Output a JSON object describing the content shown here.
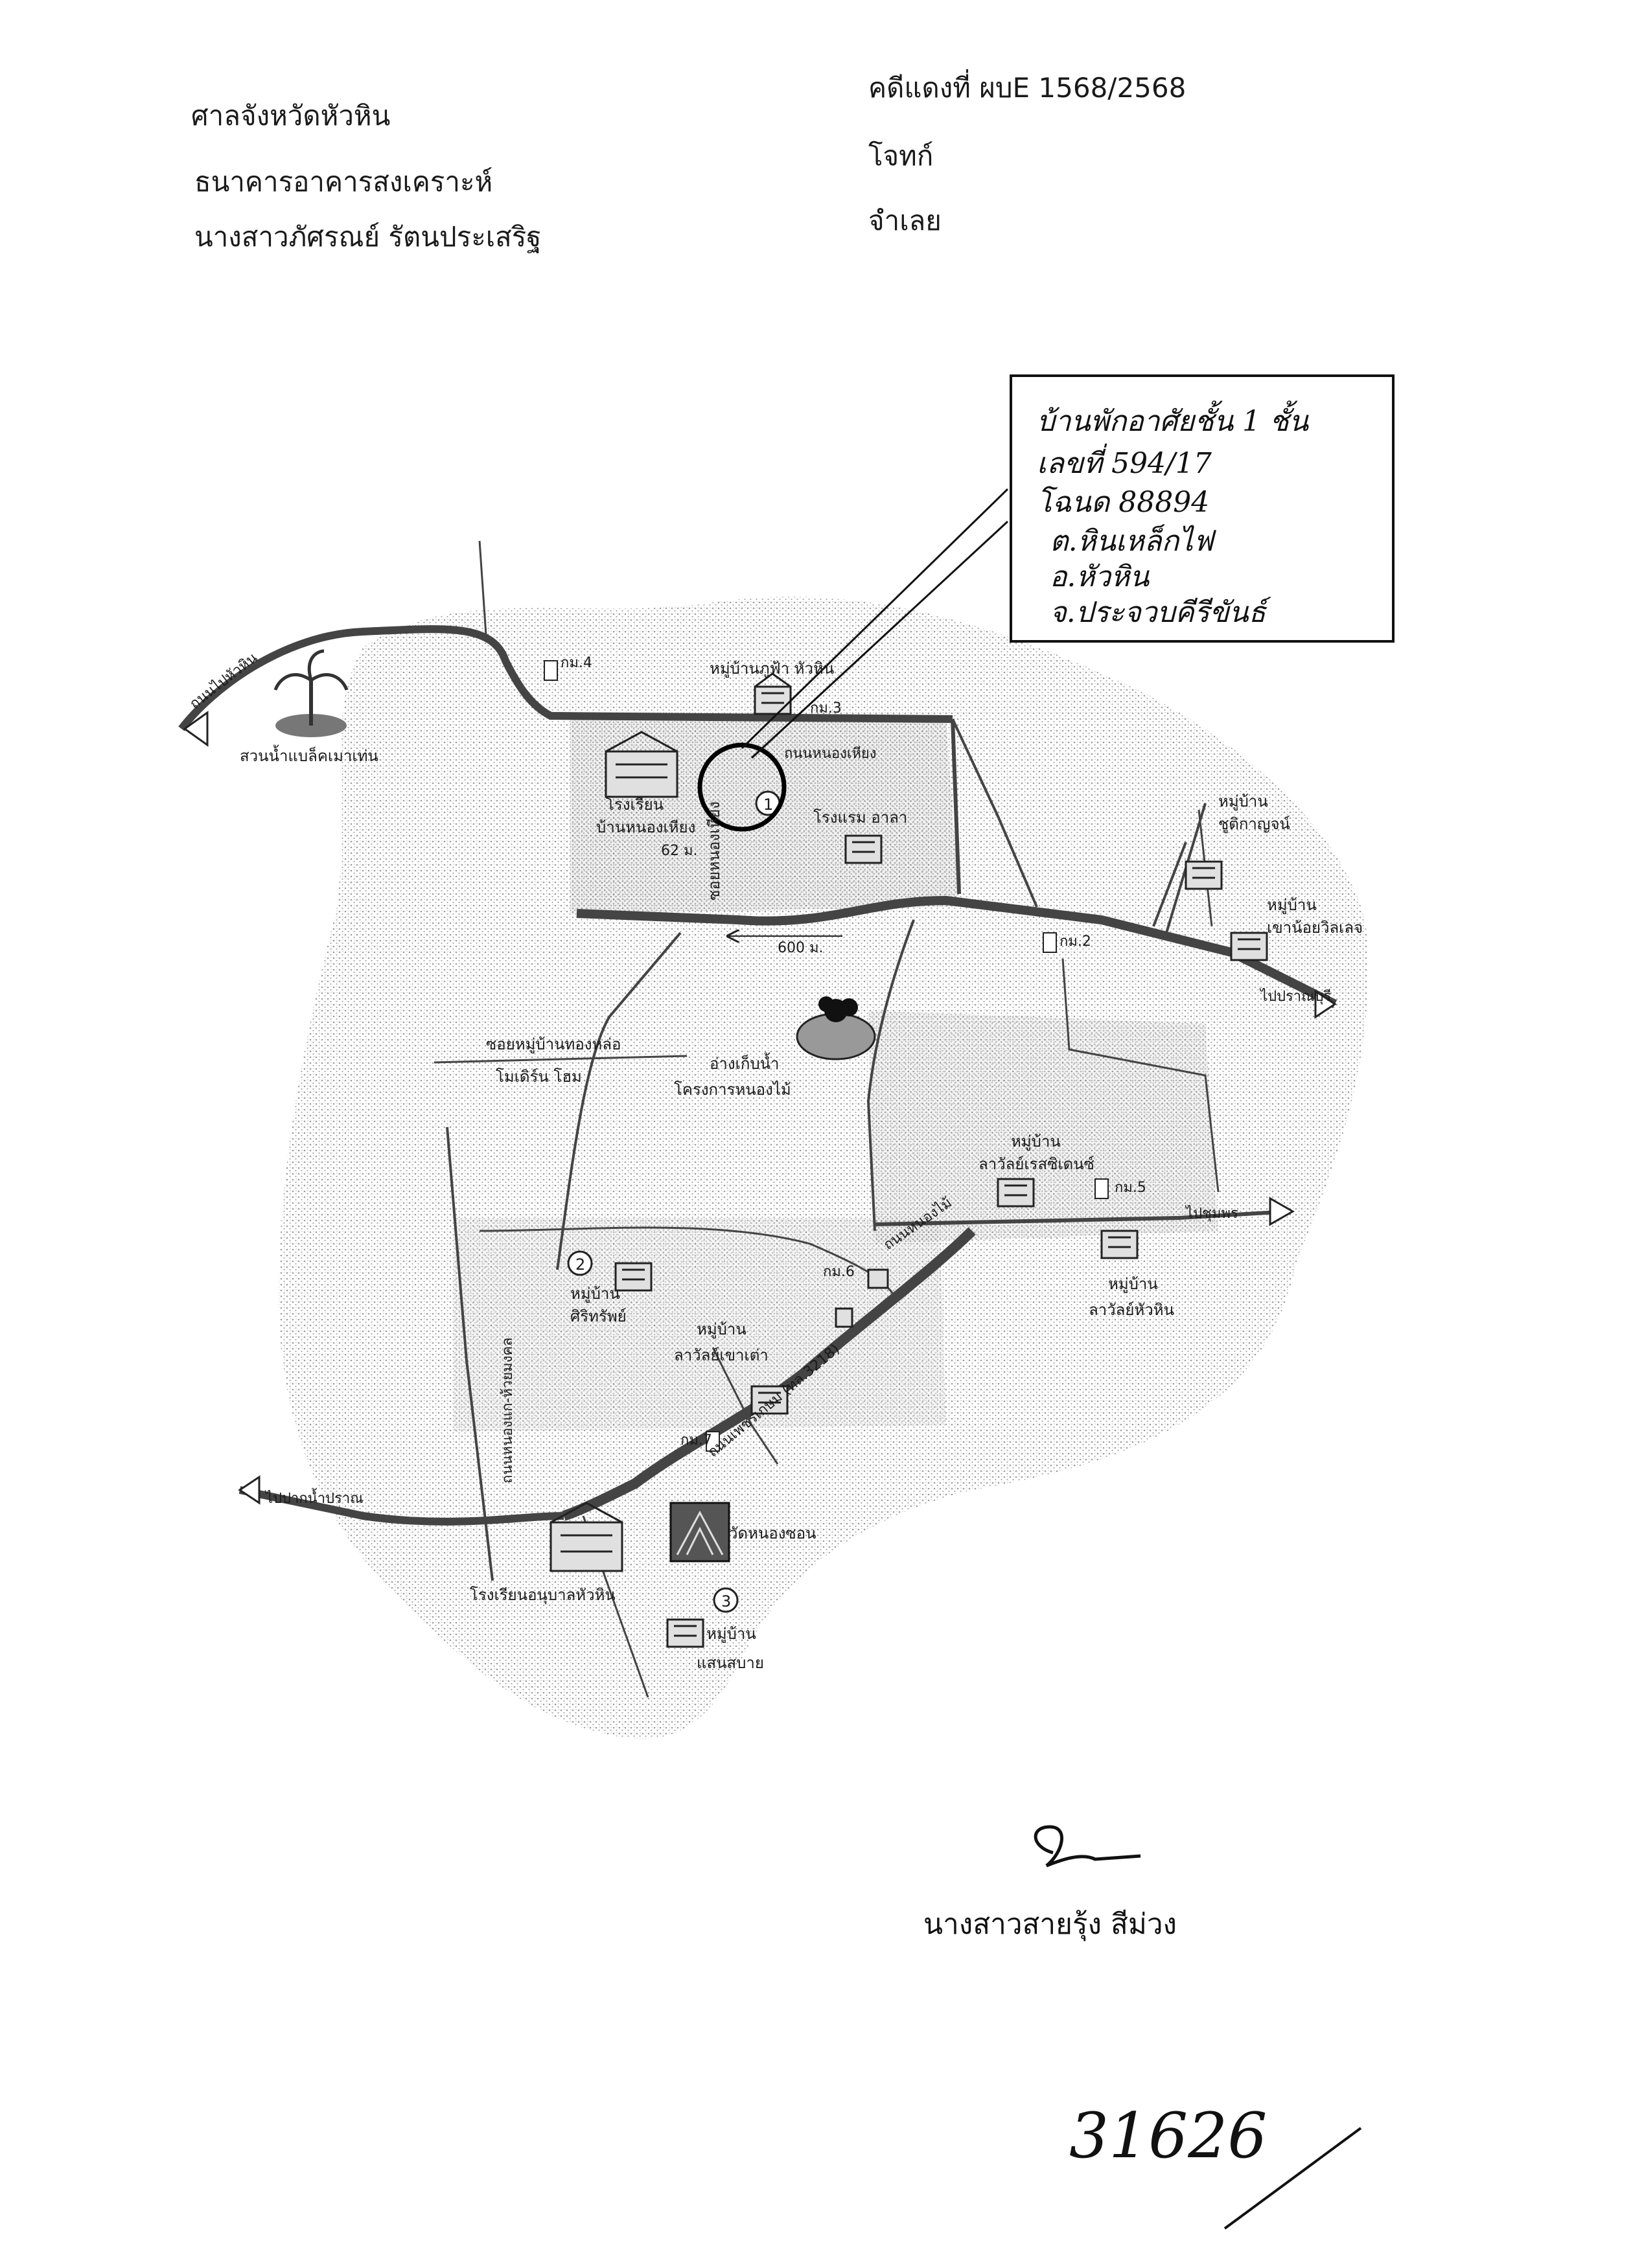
{
  "header": {
    "court": "ศาลจังหวัดหัวหิน",
    "case_no": "คดีแดงที่ ผบE 1568/2568",
    "plaintiff_name": "ธนาคารอาคารสงเคราะห์",
    "plaintiff_role": "โจทก์",
    "defendant_name": "นางสาวภัศรณย์ รัตนประเสริฐ",
    "defendant_role": "จำเลย"
  },
  "callout": {
    "lines": [
      "บ้านพักอาศัยชั้น 1 ชั้น",
      "เลขที่ 594/17",
      "โฉนด 88894",
      "ต.หินเหล็กไฟ",
      "อ.หัวหิน",
      "จ.ประจวบคีรีขันธ์"
    ]
  },
  "map": {
    "labels": {
      "to_hua_hin_road": "ถนนไปหัวหิน",
      "water_park": "สวนน้ำแบล็คเมาเท่น",
      "km4": "กม.4",
      "km3": "กม.3",
      "km2": "กม.2",
      "km5": "กม.5",
      "km6": "กม.6",
      "km7": "กม.7",
      "moo_baan_huahin": "หมู่บ้านภูฟ้า หัวหิน",
      "school_nongkhiang_1": "โรงเรียน",
      "school_nongkhiang_2": "บ้านหนองเหียง",
      "dist_62m": "62 ม.",
      "dist_600m": "600 ม.",
      "road_nongkhiang": "ถนนหนองเหียง",
      "road_soi": "ซอยหนองเหียง",
      "hotel_aala": "โรงแรม อาลา",
      "village_chu_1": "หมู่บ้าน",
      "village_chu_2": "ชูติกาญจน์",
      "village_khao_1": "หมู่บ้าน",
      "village_khao_2": "เขาน้อยวิลเลจ",
      "to_pranburi": "ไปปราณบุรี",
      "soi_tongyod_1": "ซอยหมู่บ้านทองหล่อ",
      "soi_tongyod_2": "โมเดิร์น โฮม",
      "reservoir_1": "อ่างเก็บน้ำ",
      "reservoir_2": "โครงการหนองไม้",
      "village_lavalee_1": "หมู่บ้าน",
      "village_lavalee_2": "ลาวัลย์เรสซิเดนซ์",
      "road_nongmai": "ถนนหนองไม้",
      "to_chumphon": "ไปชุมพร",
      "village_lavalee_hh_1": "หมู่บ้าน",
      "village_lavalee_hh_2": "ลาวัลย์หัวหิน",
      "village_siri_1": "หมู่บ้าน",
      "village_siri_2": "ศิริทรัพย์",
      "village_lavalee_khao_1": "หมู่บ้าน",
      "village_lavalee_khao_2": "ลาวัลย์เขาเต่า",
      "road_nongkhae": "ถนนหนองแก-ห้วยมงคล",
      "road_highway": "ถนนเพชรเกษม (ทล.3218)",
      "to_pak_nam_pran": "ไปปากน้ำปราณ",
      "temple": "วัดหนองซอน",
      "school_bottom": "โรงเรียนอนุบาลหัวหิน",
      "village_saensabai_1": "หมู่บ้าน",
      "village_saensabai_2": "แสนสบาย",
      "circle_1": "1",
      "circle_2": "2",
      "circle_3": "3"
    }
  },
  "signature": {
    "name": "นางสาวสายรุ้ง สีม่วง",
    "mark": "ล"
  },
  "page_number": "31626"
}
